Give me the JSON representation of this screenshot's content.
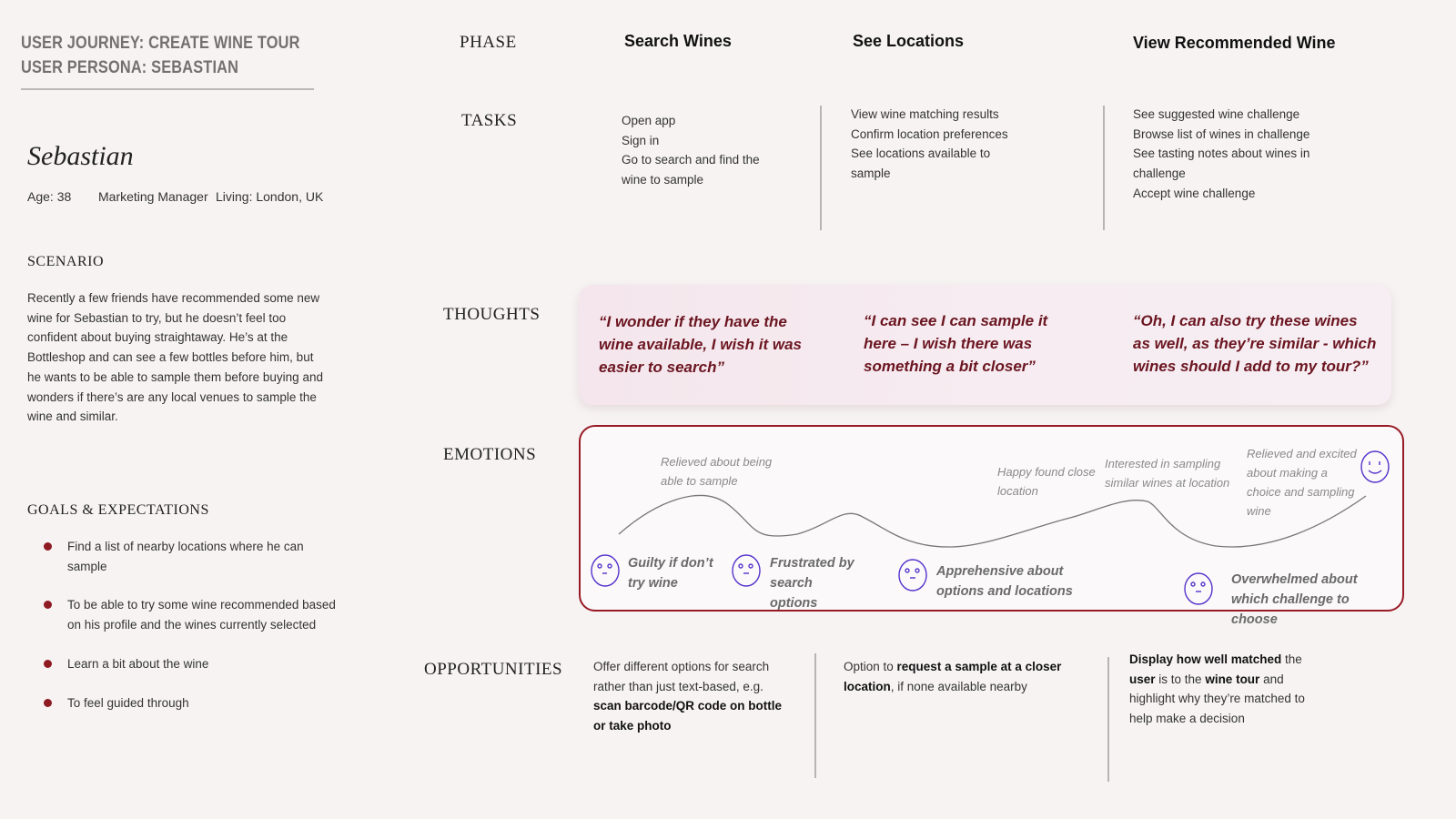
{
  "header": {
    "journey": "USER JOURNEY: CREATE WINE TOUR",
    "persona": "USER PERSONA: SEBASTIAN"
  },
  "persona": {
    "name": "Sebastian",
    "age": "Age: 38",
    "job": "Marketing Manager",
    "living": "Living: London, UK"
  },
  "scenario": {
    "title": "SCENARIO",
    "text": "Recently a few friends have recommended some new wine for Sebastian to try, but he doesn’t feel too confident about buying straightaway. He’s at the Bottleshop and can see a few bottles before him, but he wants to be able to sample them before buying and wonders if there’s are any local venues to sample the wine and similar."
  },
  "goals": {
    "title": "GOALS & EXPECTATIONS",
    "items": [
      "Find a list of nearby locations where he can sample",
      "To be able to try some wine recommended based on his profile and the wines currently selected",
      "Learn a bit about the wine",
      "To feel guided through"
    ]
  },
  "labels": {
    "phase": "PHASE",
    "tasks": "TASKS",
    "thoughts": "THOUGHTS",
    "emotions": "EMOTIONS",
    "opportunities": "OPPORTUNITIES"
  },
  "phases": [
    "Search Wines",
    "See Locations",
    "View Recommended Wine"
  ],
  "tasks": [
    [
      "Open app",
      "Sign in",
      "Go to search and find the wine to sample"
    ],
    [
      "View wine matching results",
      "Confirm location preferences",
      "See locations available to sample"
    ],
    [
      "See suggested wine challenge",
      "Browse list of wines in challenge",
      "See tasting notes about wines in challenge",
      "Accept wine challenge"
    ]
  ],
  "thoughts": [
    "“I wonder if they have the wine available, I wish it was easier to search”",
    "“I can see I can sample it here – I wish there was something a bit closer”",
    "“Oh, I can also try these wines as well, as they’re similar - which wines should I add to my tour?”"
  ],
  "emotions": {
    "positive": [
      "Relieved about being able to sample",
      "Happy found close location",
      "Interested in sampling similar wines at location",
      "Relieved and excited about making a choice and sampling wine"
    ],
    "negative": [
      "Guilty if don’t try wine",
      "Frustrated by search options",
      "Apprehensive about options and locations",
      "Overwhelmed about which challenge to choose"
    ],
    "line_color": "#777777",
    "face_color": "#5533cc",
    "border_color": "#981a26"
  },
  "opportunities": {
    "o1_pre": "Offer different options for search rather than just text-based, e.g. ",
    "o1_bold": "scan barcode/QR code on bottle or take photo",
    "o2_pre": "Option to ",
    "o2_bold": "request a sample at a closer location",
    "o2_post": ", if none available nearby",
    "o3_b1": "Display how well matched",
    "o3_t1": " the ",
    "o3_b2": "user",
    "o3_t2": " is to the ",
    "o3_b3": "wine tour",
    "o3_t3": " and highlight why they’re matched to help make a decision"
  }
}
